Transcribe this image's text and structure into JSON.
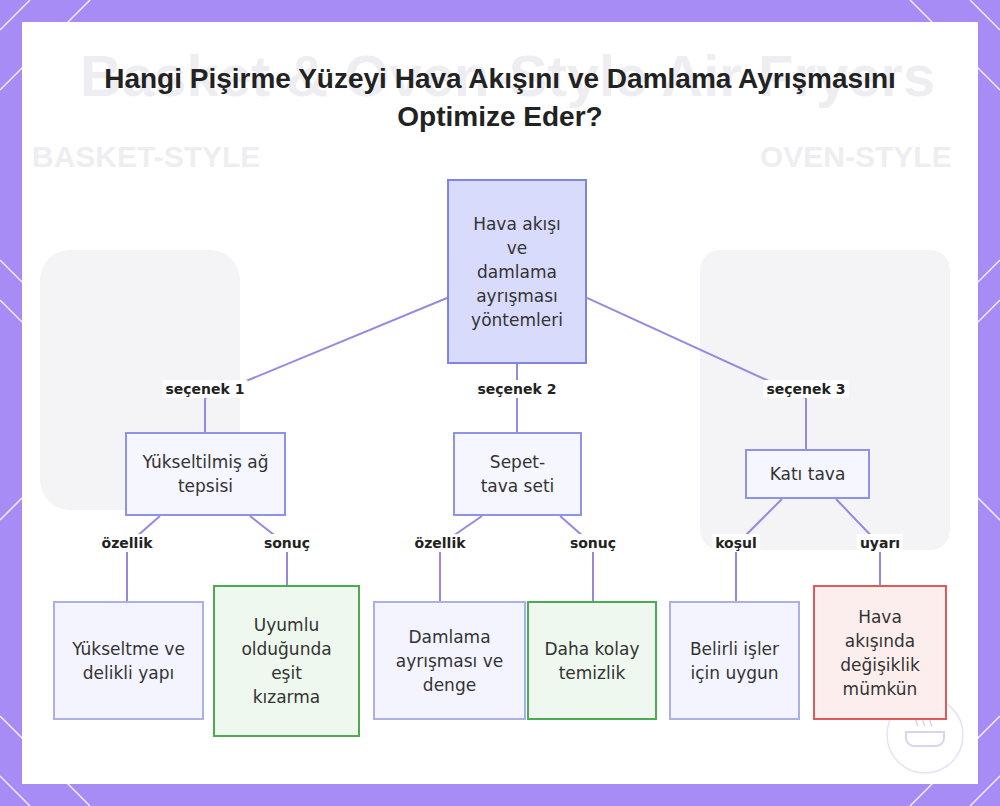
{
  "diagram": {
    "title": "Hangi Pişirme Yüzeyi Hava Akışını ve Damlama Ayrışmasını Optimize Eder?",
    "nodes": [
      {
        "text": [
          "Hava akışı ve damlama ayrışması yöntemleri"
        ]
      },
      {
        "text": [
          "Yükseltilmiş ağ tepsisi"
        ]
      },
      {
        "text": [
          "Sepet-tava seti"
        ]
      },
      {
        "text": [
          "Katı tava"
        ]
      },
      {
        "text": [
          "Yükseltme ve delikli yapı"
        ]
      },
      {
        "text": [
          "Uyumlu olduğunda eşit kızarma"
        ]
      },
      {
        "text": [
          "Damlama ayrışması ve denge"
        ]
      },
      {
        "text": [
          "Daha kolay temizlik"
        ]
      },
      {
        "text": [
          "Belirli işler için uygun"
        ]
      },
      {
        "text": [
          "Hava akışında değişiklik mümkün"
        ]
      }
    ],
    "edges": [
      {
        "from": 0,
        "to": 1,
        "label": "seçenek 1",
        "arrow": "none"
      },
      {
        "from": 0,
        "to": 2,
        "label": "seçenek 2",
        "arrow": "none"
      },
      {
        "from": 0,
        "to": 3,
        "label": "seçenek 3",
        "arrow": "none"
      },
      {
        "from": 1,
        "to": 4,
        "label": "özellik",
        "arrow": "none"
      },
      {
        "from": 1,
        "to": 5,
        "label": "sonuç",
        "arrow": "none"
      },
      {
        "from": 2,
        "to": 6,
        "label": "özellik",
        "arrow": "none"
      },
      {
        "from": 2,
        "to": 7,
        "label": "sonuç",
        "arrow": "none"
      },
      {
        "from": 3,
        "to": 8,
        "label": "koşul",
        "arrow": "none"
      },
      {
        "from": 3,
        "to": 9,
        "label": "uyarı",
        "arrow": "none"
      }
    ],
    "labels": [
      "Basket & Oven-Style Air Fryers",
      "BASKET-STYLE",
      "OVEN-STYLE"
    ]
  }
}
